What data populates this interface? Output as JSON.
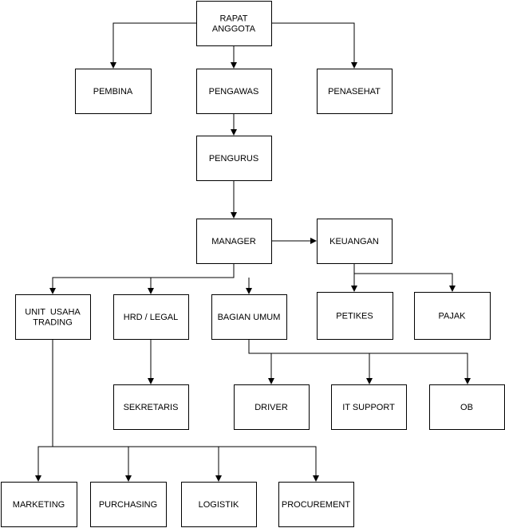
{
  "nodes": {
    "rapat_anggota": [
      "RAPAT",
      "ANGGOTA"
    ],
    "pembina": [
      "PEMBINA"
    ],
    "pengawas": [
      "PENGAWAS"
    ],
    "penasehat": [
      "PENASEHAT"
    ],
    "pengurus": [
      "PENGURUS"
    ],
    "manager": [
      "MANAGER"
    ],
    "keuangan": [
      "KEUANGAN"
    ],
    "unit_usaha": [
      "UNIT  USAHA",
      "TRADING"
    ],
    "hrd": [
      "HRD / LEGAL"
    ],
    "bagian_umum": [
      "BAGIAN UMUM"
    ],
    "petikes": [
      "PETIKES"
    ],
    "pajak": [
      "PAJAK"
    ],
    "sekretaris": [
      "SEKRETARIS"
    ],
    "driver": [
      "DRIVER"
    ],
    "it_support": [
      "IT SUPPORT"
    ],
    "ob": [
      "OB"
    ],
    "marketing": [
      "MARKETING"
    ],
    "purchasing": [
      "PURCHASING"
    ],
    "logistik": [
      "LOGISTIK"
    ],
    "procurement": [
      "PROCUREMENT"
    ]
  },
  "edges": [
    [
      "rapat_anggota",
      "pembina"
    ],
    [
      "rapat_anggota",
      "pengawas"
    ],
    [
      "rapat_anggota",
      "penasehat"
    ],
    [
      "pengawas",
      "pengurus"
    ],
    [
      "pengurus",
      "manager"
    ],
    [
      "manager",
      "keuangan"
    ],
    [
      "manager",
      "unit_usaha"
    ],
    [
      "manager",
      "hrd"
    ],
    [
      "manager",
      "bagian_umum"
    ],
    [
      "keuangan",
      "petikes"
    ],
    [
      "keuangan",
      "pajak"
    ],
    [
      "hrd",
      "sekretaris"
    ],
    [
      "bagian_umum",
      "driver"
    ],
    [
      "bagian_umum",
      "it_support"
    ],
    [
      "bagian_umum",
      "ob"
    ],
    [
      "unit_usaha",
      "marketing"
    ],
    [
      "unit_usaha",
      "purchasing"
    ],
    [
      "unit_usaha",
      "logistik"
    ],
    [
      "unit_usaha",
      "procurement"
    ]
  ]
}
